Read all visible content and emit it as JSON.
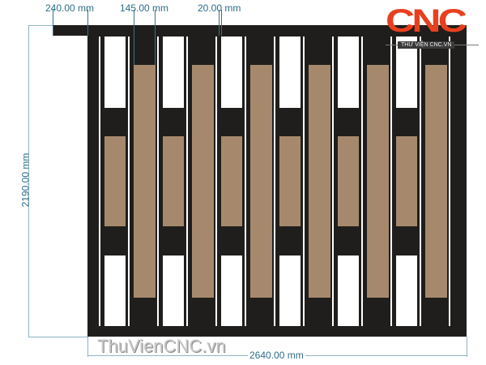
{
  "dimensions": {
    "top_left_width": "240.00 mm",
    "bar_width": "145.00 mm",
    "gap_width": "20.00 mm",
    "total_height": "2190.00 mm",
    "total_width": "2640.00 mm"
  },
  "logo": {
    "text": "CNC",
    "subtitle": "THƯ VIỆN CNC.VN"
  },
  "watermark": "ThuVienCNC.vn",
  "colors": {
    "frame": "#1f1e1c",
    "wood": "#a6896c",
    "dimension": "#2d6d8a",
    "logo": "#e8401e"
  }
}
